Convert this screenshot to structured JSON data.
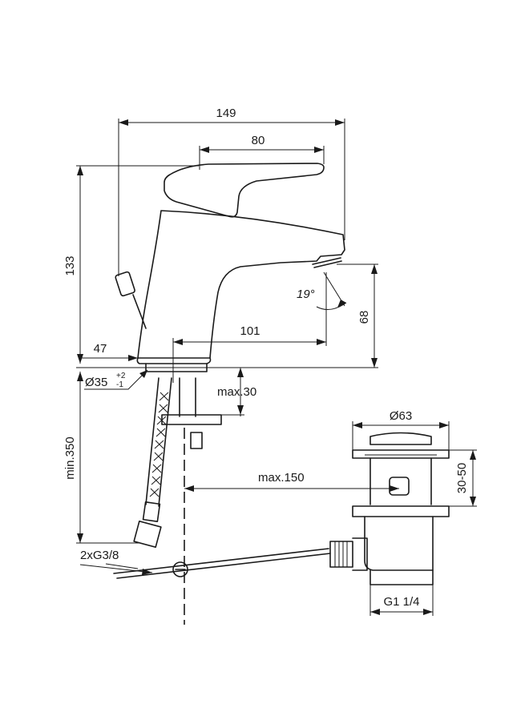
{
  "dimensions": {
    "total_width": "149",
    "handle_length": "80",
    "total_height": "133",
    "spout_height": "68",
    "spout_reach": "101",
    "base_offset": "47",
    "hole_diameter": "Ø35",
    "hole_tolerance_plus": "+2",
    "hole_tolerance_minus": "-1",
    "max_deck": "max.30",
    "hose_length": "min.350",
    "waste_offset": "max.150",
    "waste_diameter": "Ø63",
    "waste_range": "30-50",
    "hose_thread": "2xG3/8",
    "waste_thread": "G1 1/4",
    "spout_angle": "19°"
  },
  "colors": {
    "line": "#1a1a1a",
    "background": "#ffffff"
  }
}
